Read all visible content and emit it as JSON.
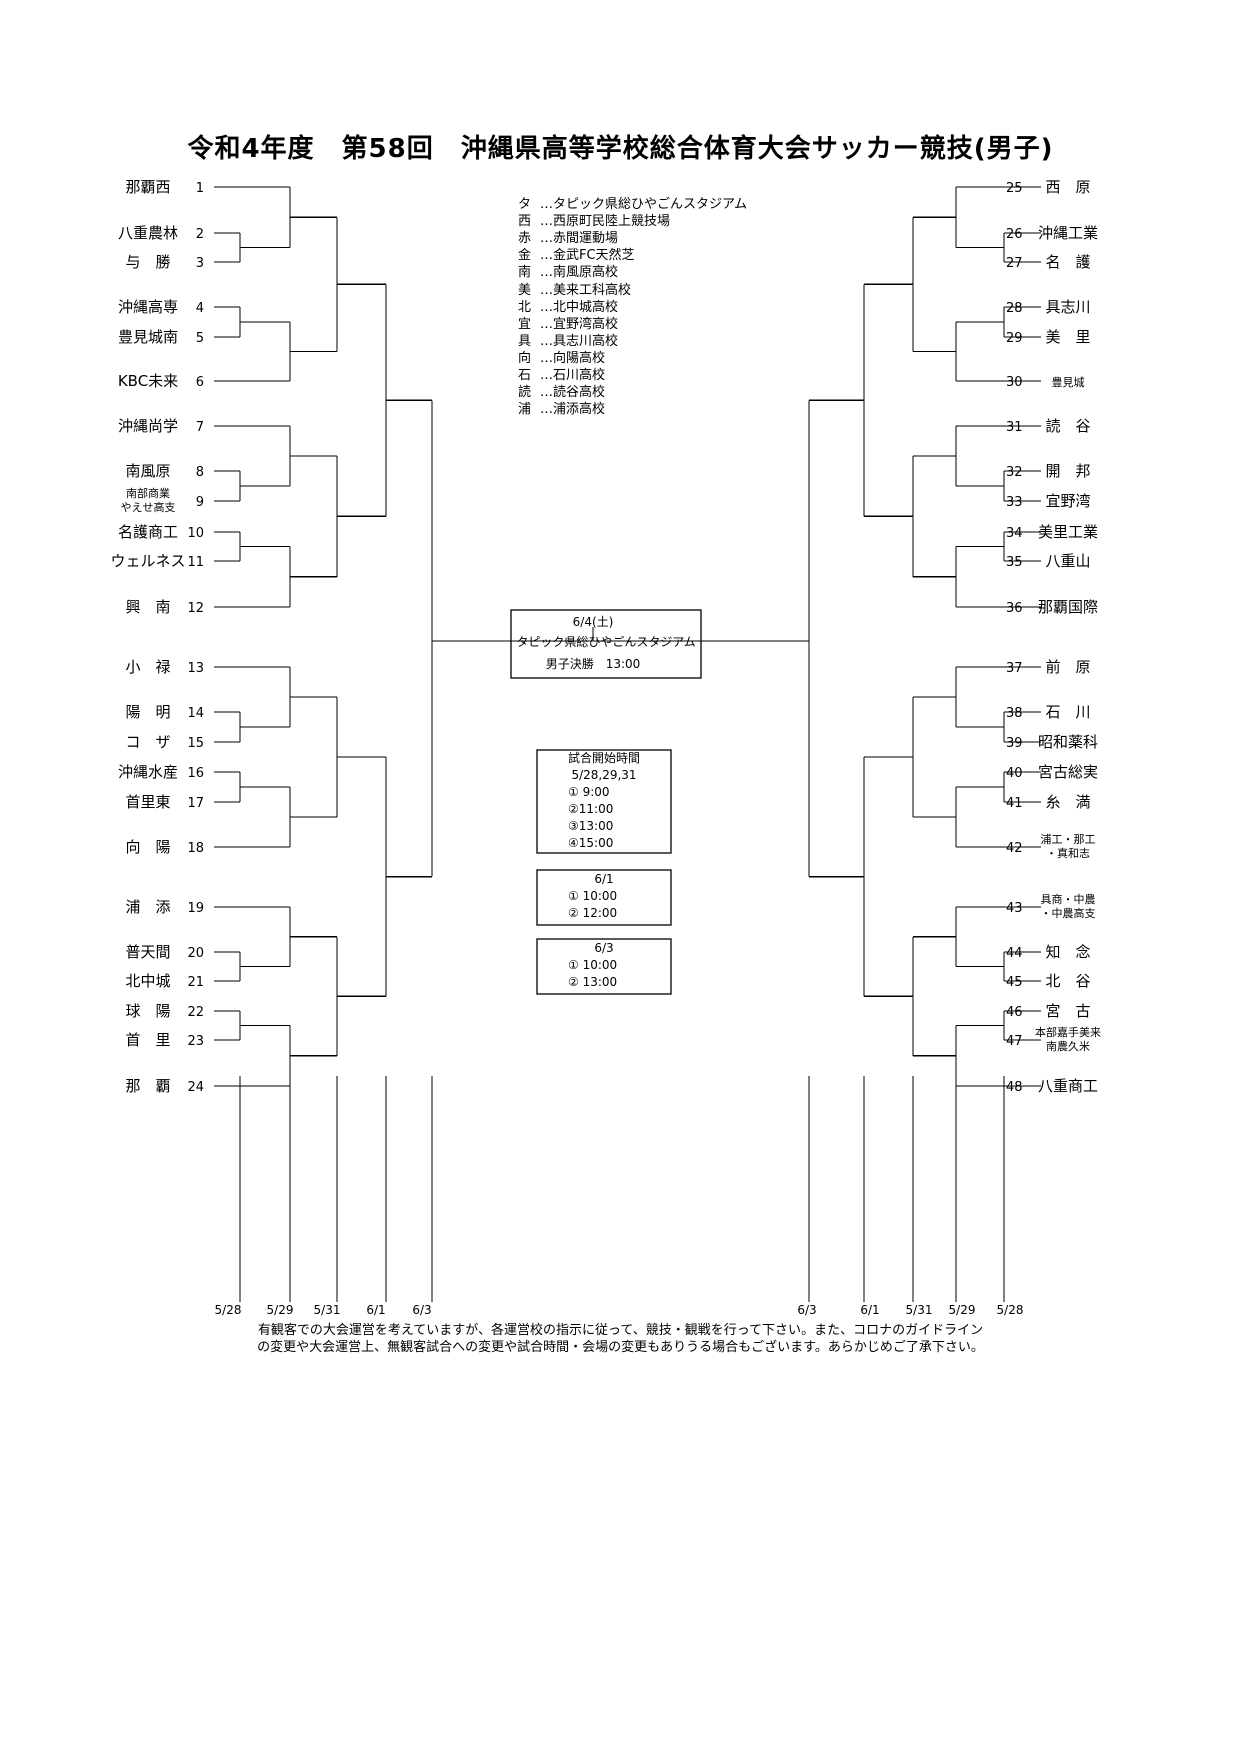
{
  "title": "令和4年度　第58回　沖縄県高等学校総合体育大会サッカー競技(男子)",
  "teams_left": [
    {
      "num": "1",
      "name": "那覇西"
    },
    {
      "num": "2",
      "name": "八重農林"
    },
    {
      "num": "3",
      "name": "与　勝"
    },
    {
      "num": "4",
      "name": "沖縄高専"
    },
    {
      "num": "5",
      "name": "豊見城南"
    },
    {
      "num": "6",
      "name": "KBC未来"
    },
    {
      "num": "7",
      "name": "沖縄尚学"
    },
    {
      "num": "8",
      "name": "南風原"
    },
    {
      "num": "9",
      "name": "南部商業\nやえせ高支"
    },
    {
      "num": "10",
      "name": "名護商工"
    },
    {
      "num": "11",
      "name": "ウェルネス"
    },
    {
      "num": "12",
      "name": "興　南"
    },
    {
      "num": "13",
      "name": "小　禄"
    },
    {
      "num": "14",
      "name": "陽　明"
    },
    {
      "num": "15",
      "name": "コ　ザ"
    },
    {
      "num": "16",
      "name": "沖縄水産"
    },
    {
      "num": "17",
      "name": "首里東"
    },
    {
      "num": "18",
      "name": "向　陽"
    },
    {
      "num": "19",
      "name": "浦　添"
    },
    {
      "num": "20",
      "name": "普天間"
    },
    {
      "num": "21",
      "name": "北中城"
    },
    {
      "num": "22",
      "name": "球　陽"
    },
    {
      "num": "23",
      "name": "首　里"
    },
    {
      "num": "24",
      "name": "那　覇"
    }
  ],
  "teams_right": [
    {
      "num": "25",
      "name": "西　原"
    },
    {
      "num": "26",
      "name": "沖縄工業"
    },
    {
      "num": "27",
      "name": "名　護"
    },
    {
      "num": "28",
      "name": "具志川"
    },
    {
      "num": "29",
      "name": "美　里"
    },
    {
      "num": "30",
      "name": "豊見城"
    },
    {
      "num": "31",
      "name": "読　谷"
    },
    {
      "num": "32",
      "name": "開　邦"
    },
    {
      "num": "33",
      "name": "宜野湾"
    },
    {
      "num": "34",
      "name": "美里工業"
    },
    {
      "num": "35",
      "name": "八重山"
    },
    {
      "num": "36",
      "name": "那覇国際"
    },
    {
      "num": "37",
      "name": "前　原"
    },
    {
      "num": "38",
      "name": "石　川"
    },
    {
      "num": "39",
      "name": "昭和薬科"
    },
    {
      "num": "40",
      "name": "宮古総実"
    },
    {
      "num": "41",
      "name": "糸　満"
    },
    {
      "num": "42",
      "name": "浦工・那工\n・真和志"
    },
    {
      "num": "43",
      "name": "具商・中農\n・中農高支"
    },
    {
      "num": "44",
      "name": "知　念"
    },
    {
      "num": "45",
      "name": "北　谷"
    },
    {
      "num": "46",
      "name": "宮　古"
    },
    {
      "num": "47",
      "name": "本部嘉手美来\n南農久米"
    },
    {
      "num": "48",
      "name": "八重商工"
    }
  ],
  "venue_legend": [
    {
      "abbr": "タ",
      "text": "…タピック県総ひやごんスタジアム"
    },
    {
      "abbr": "西",
      "text": "…西原町民陸上競技場"
    },
    {
      "abbr": "赤",
      "text": "…赤間運動場"
    },
    {
      "abbr": "金",
      "text": "…金武FC天然芝"
    },
    {
      "abbr": "南",
      "text": "…南風原高校"
    },
    {
      "abbr": "美",
      "text": "…美来工科高校"
    },
    {
      "abbr": "北",
      "text": "…北中城高校"
    },
    {
      "abbr": "宜",
      "text": "…宜野湾高校"
    },
    {
      "abbr": "具",
      "text": "…具志川高校"
    },
    {
      "abbr": "向",
      "text": "…向陽高校"
    },
    {
      "abbr": "石",
      "text": "…石川高校"
    },
    {
      "abbr": "読",
      "text": "…読谷高校"
    },
    {
      "abbr": "浦",
      "text": "…浦添高校"
    }
  ],
  "final_box": {
    "date": "6/4(土)",
    "venue": "タピック県総ひやごんスタジアム",
    "match": "男子決勝　13:00"
  },
  "schedule_boxes": [
    {
      "lines": [
        "試合開始時間",
        "5/28,29,31",
        "① 9:00",
        "②11:00",
        "③13:00",
        "④15:00"
      ]
    },
    {
      "lines": [
        "6/1",
        "① 10:00",
        "② 12:00"
      ]
    },
    {
      "lines": [
        "6/3",
        "① 10:00",
        "② 13:00"
      ]
    }
  ],
  "round_dates_left": [
    "5/28",
    "5/29",
    "5/31",
    "6/1",
    "6/3"
  ],
  "round_dates_right": [
    "6/3",
    "6/1",
    "5/31",
    "5/29",
    "5/28"
  ],
  "notice": [
    "有観客での大会運営を考えていますが、各運営校の指示に従って、競技・観戦を行って下さい。また、コロナのガイドライン",
    "の変更や大会運営上、無観客試合への変更や試合時間・会場の変更もありうる場合もございます。あらかじめご了承下さい。"
  ]
}
